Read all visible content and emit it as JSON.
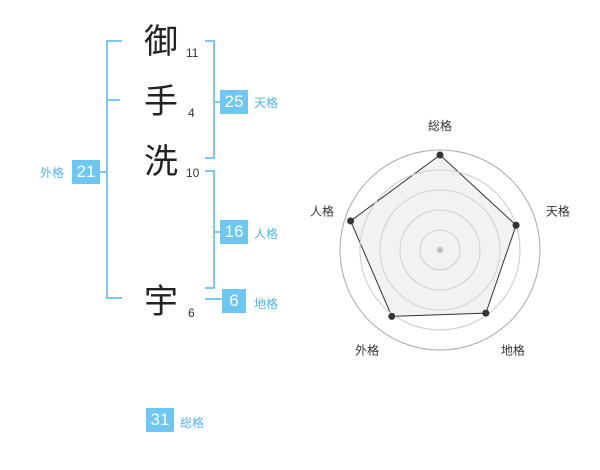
{
  "name": {
    "characters": [
      {
        "char": "御",
        "strokes": "11"
      },
      {
        "char": "手",
        "strokes": "4"
      },
      {
        "char": "洗",
        "strokes": "10"
      },
      {
        "char": "宇",
        "strokes": "6"
      }
    ]
  },
  "fortunes": {
    "tenkaku": {
      "value": "25",
      "label": "天格"
    },
    "jinkaku": {
      "value": "16",
      "label": "人格"
    },
    "chikaku": {
      "value": "6",
      "label": "地格"
    },
    "gaikaku": {
      "value": "21",
      "label": "外格"
    },
    "soukaku": {
      "value": "31",
      "label": "総格"
    }
  },
  "radar": {
    "axes": [
      "総格",
      "天格",
      "地格",
      "外格",
      "人格"
    ],
    "values": [
      0.95,
      0.8,
      0.78,
      0.82,
      0.94
    ],
    "levels": 5,
    "colors": {
      "fill": "#f0f0f0",
      "stroke": "#333333",
      "ring": "#aaaaaa"
    }
  }
}
